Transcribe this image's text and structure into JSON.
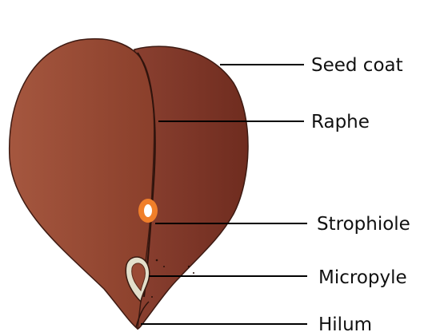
{
  "labels": {
    "seed_coat": "Seed coat",
    "raphe": "Raphe",
    "strophiole": "Strophiole",
    "micropyle": "Micropyle",
    "hilum": "Hilum"
  },
  "colors": {
    "seed_light": "#a0523f",
    "seed_dark": "#7a3322",
    "outline": "#3d1a12",
    "strophiole_ring": "#f07f2a",
    "strophiole_center": "#ffffff",
    "micropyle_ring": "#e0dcc8"
  }
}
